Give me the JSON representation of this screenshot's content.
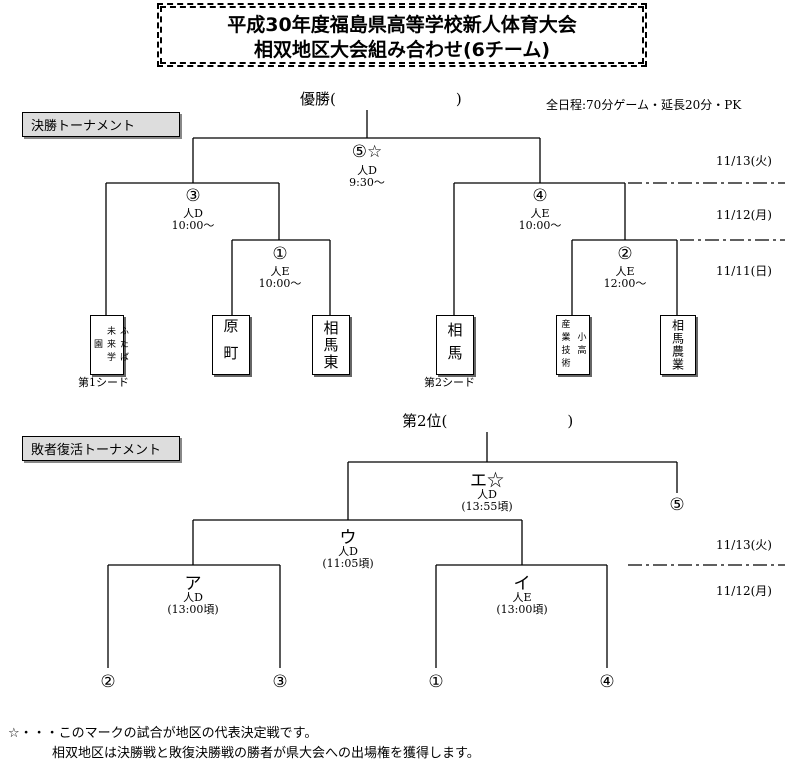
{
  "title": {
    "line1": "平成30年度福島県高等学校新人体育大会",
    "line2": "相双地区大会組み合わせ(6チーム)"
  },
  "final": {
    "section_label": "決勝トーナメント",
    "winner_label": "優勝(　　　　　　　　)",
    "rules": "全日程:70分ゲーム・延長20分・PK",
    "dates": [
      "11/13(火)",
      "11/12(月)",
      "11/11(日)"
    ],
    "match5": {
      "num": "⑤☆",
      "court": "人D",
      "time": "9:30〜"
    },
    "match3": {
      "num": "③",
      "court": "人D",
      "time": "10:00〜"
    },
    "match4": {
      "num": "④",
      "court": "人E",
      "time": "10:00〜"
    },
    "match1": {
      "num": "①",
      "court": "人E",
      "time": "10:00〜"
    },
    "match2": {
      "num": "②",
      "court": "人E",
      "time": "12:00〜"
    },
    "teams": {
      "futaba_a": "ふたば",
      "futaba_b": "未来学",
      "futaba_c": "園",
      "haramachi": "原町",
      "soma_higashi": "相馬東",
      "soma": "相馬",
      "sosho_a": "小高",
      "sosho_b": "産業技術",
      "soma_nogyo": "相馬農業"
    },
    "seed1": "第1シード",
    "seed2": "第2シード"
  },
  "consolation": {
    "section_label": "敗者復活トーナメント",
    "second_label": "第2位(　　　　　　　　)",
    "dates": [
      "11/13(火)",
      "11/12(月)"
    ],
    "matchE": {
      "num": "エ☆",
      "court": "人D",
      "time": "(13:55頃)"
    },
    "matchU": {
      "num": "ウ",
      "court": "人D",
      "time": "(11:05頃)"
    },
    "matchA": {
      "num": "ア",
      "court": "人D",
      "time": "(13:00頃)"
    },
    "matchI": {
      "num": "イ",
      "court": "人E",
      "time": "(13:00頃)"
    },
    "slot5": "⑤",
    "slots": [
      "②",
      "③",
      "①",
      "④"
    ]
  },
  "footnote": {
    "line1": "☆・・・このマークの試合が地区の代表決定戦です。",
    "line2": "相双地区は決勝戦と敗復決勝戦の勝者が県大会への出場権を獲得します。"
  }
}
